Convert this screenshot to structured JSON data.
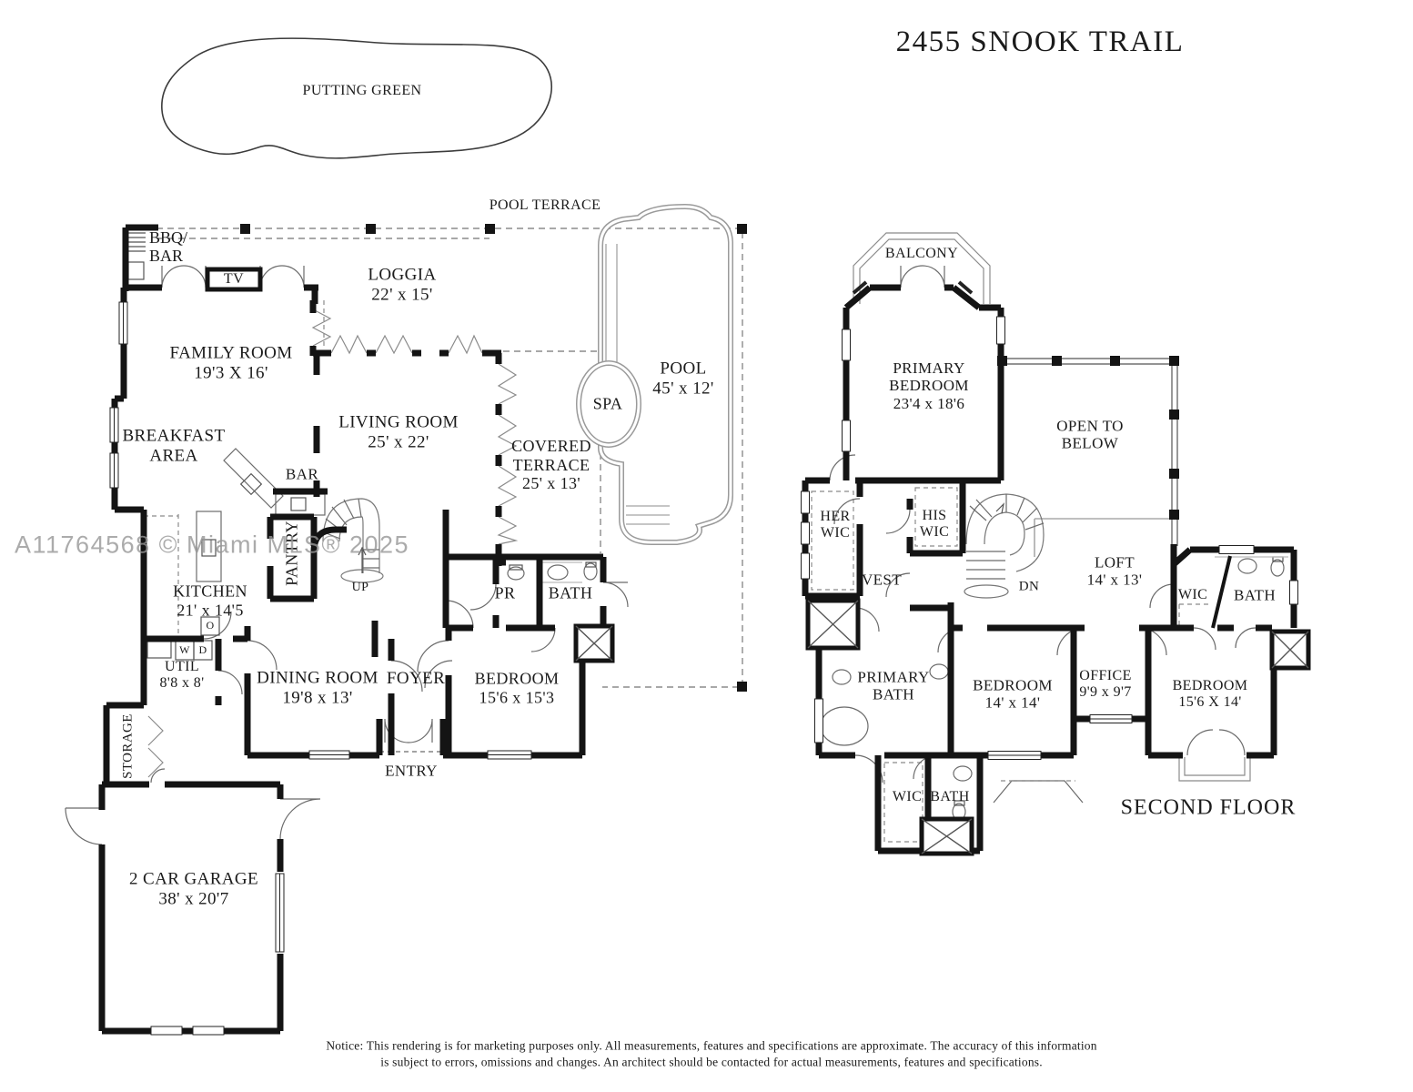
{
  "title": "2455 SNOOK TRAIL",
  "watermark": "A11764568 © Miami MLS® 2025",
  "outdoor": {
    "putting_green": "PUTTING GREEN",
    "pool_terrace": "POOL TERRACE",
    "pool": {
      "name": "POOL",
      "dims": "45' x 12'"
    },
    "spa": "SPA"
  },
  "floor1": {
    "bbq_l1": "BBQ/",
    "bbq_l2": "BAR",
    "tv": "TV",
    "loggia": {
      "name": "LOGGIA",
      "dims": "22' x 15'"
    },
    "family": {
      "name": "FAMILY ROOM",
      "dims": "19'3 X 16'"
    },
    "breakfast_l1": "BREAKFAST",
    "breakfast_l2": "AREA",
    "living": {
      "name": "LIVING ROOM",
      "dims": "25' x 22'"
    },
    "covered_terrace": {
      "l1": "COVERED",
      "l2": "TERRACE",
      "dims": "25' x 13'"
    },
    "bar": "BAR",
    "pantry": "PANTRY",
    "up": "UP",
    "kitchen": {
      "name": "KITCHEN",
      "dims": "21' x 14'5"
    },
    "pr": "PR",
    "bath": "BATH",
    "o": "O",
    "w": "W",
    "d": "D",
    "util": {
      "name": "UTIL",
      "dims": "8'8 x 8'"
    },
    "storage": "STORAGE",
    "dining": {
      "name": "DINING ROOM",
      "dims": "19'8 x 13'"
    },
    "foyer": "FOYER",
    "bedroom": {
      "name": "BEDROOM",
      "dims": "15'6 x 15'3"
    },
    "entry": "ENTRY",
    "garage": {
      "name": "2 CAR GARAGE",
      "dims": "38' x 20'7"
    }
  },
  "floor2": {
    "balcony": "BALCONY",
    "primary_bedroom": {
      "l1": "PRIMARY",
      "l2": "BEDROOM",
      "dims": "23'4 x 18'6"
    },
    "open_below_l1": "OPEN TO",
    "open_below_l2": "BELOW",
    "her_wic_l1": "HER",
    "her_wic_l2": "WIC",
    "his_wic_l1": "HIS",
    "his_wic_l2": "WIC",
    "vest": "VEST",
    "dn": "DN",
    "loft": {
      "name": "LOFT",
      "dims": "14' x 13'"
    },
    "wic_top": "WIC",
    "bath_top": "BATH",
    "primary_bath_l1": "PRIMARY",
    "primary_bath_l2": "BATH",
    "bedroom_mid": {
      "name": "BEDROOM",
      "dims": "14' x 14'"
    },
    "office": {
      "name": "OFFICE",
      "dims": "9'9 x 9'7"
    },
    "bedroom_right": {
      "name": "BEDROOM",
      "dims": "15'6 X 14'"
    },
    "wic_bottom": "WIC",
    "bath_bottom": "BATH",
    "floor_label": "SECOND FLOOR"
  },
  "notice": {
    "line1": "Notice: This rendering is for marketing purposes only. All measurements, features and specifications are approximate. The accuracy of this information",
    "line2": "is subject to errors, omissions and changes. An architect should be contacted for actual measurements, features and specifications."
  }
}
